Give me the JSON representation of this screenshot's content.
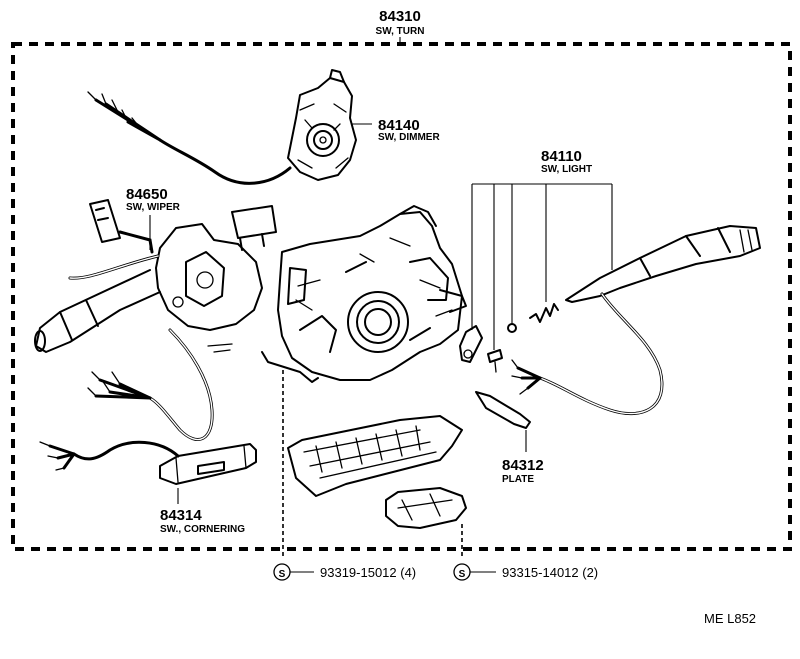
{
  "assembly": {
    "part_number": "84310",
    "name": "SW, TURN"
  },
  "parts": {
    "dimmer": {
      "part_number": "84140",
      "name": "SW, DIMMER"
    },
    "light": {
      "part_number": "84110",
      "name": "SW, LIGHT"
    },
    "wiper": {
      "part_number": "84650",
      "name": "SW, WIPER"
    },
    "plate": {
      "part_number": "84312",
      "name": "PLATE"
    },
    "cornering": {
      "part_number": "84314",
      "name": "SW., CORNERING"
    }
  },
  "screws": [
    {
      "symbol": "S",
      "part_number": "93319-15012 (4)"
    },
    {
      "symbol": "S",
      "part_number": "93315-14012 (2)"
    }
  ],
  "ref_code": "ME  L852"
}
